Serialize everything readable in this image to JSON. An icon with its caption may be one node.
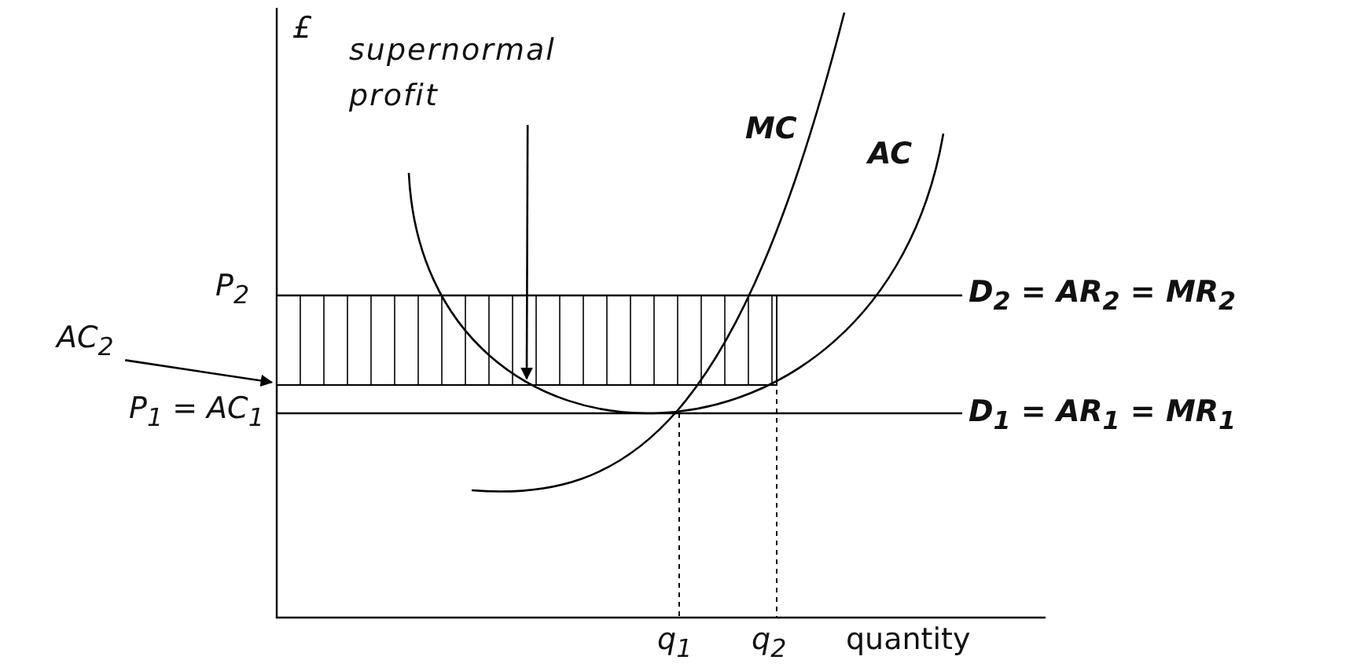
{
  "diagram": {
    "nodes": [
      {
        "text": [
          "supernormal profit"
        ]
      },
      {
        "text": [],
        "shape": "box"
      },
      {
        "text": [
          "AC$_{2}$"
        ]
      }
    ],
    "edges": [
      {
        "from": 0,
        "to": 1,
        "arrow": "to"
      },
      {
        "from": 2,
        "to": 1,
        "arrow": "to"
      }
    ],
    "labels": [
      "£",
      "MC",
      "AC",
      "P$_{2}$",
      "D$_{2}$ = AR$_{2}$ = MR$_{2}$",
      "P$_{1}$ = AC$_{1}$",
      "D$_{1}$ = AR$_{1}$ = MR$_{1}$",
      "q$_{1}$",
      "q$_{2}$",
      "quantity"
    ]
  }
}
